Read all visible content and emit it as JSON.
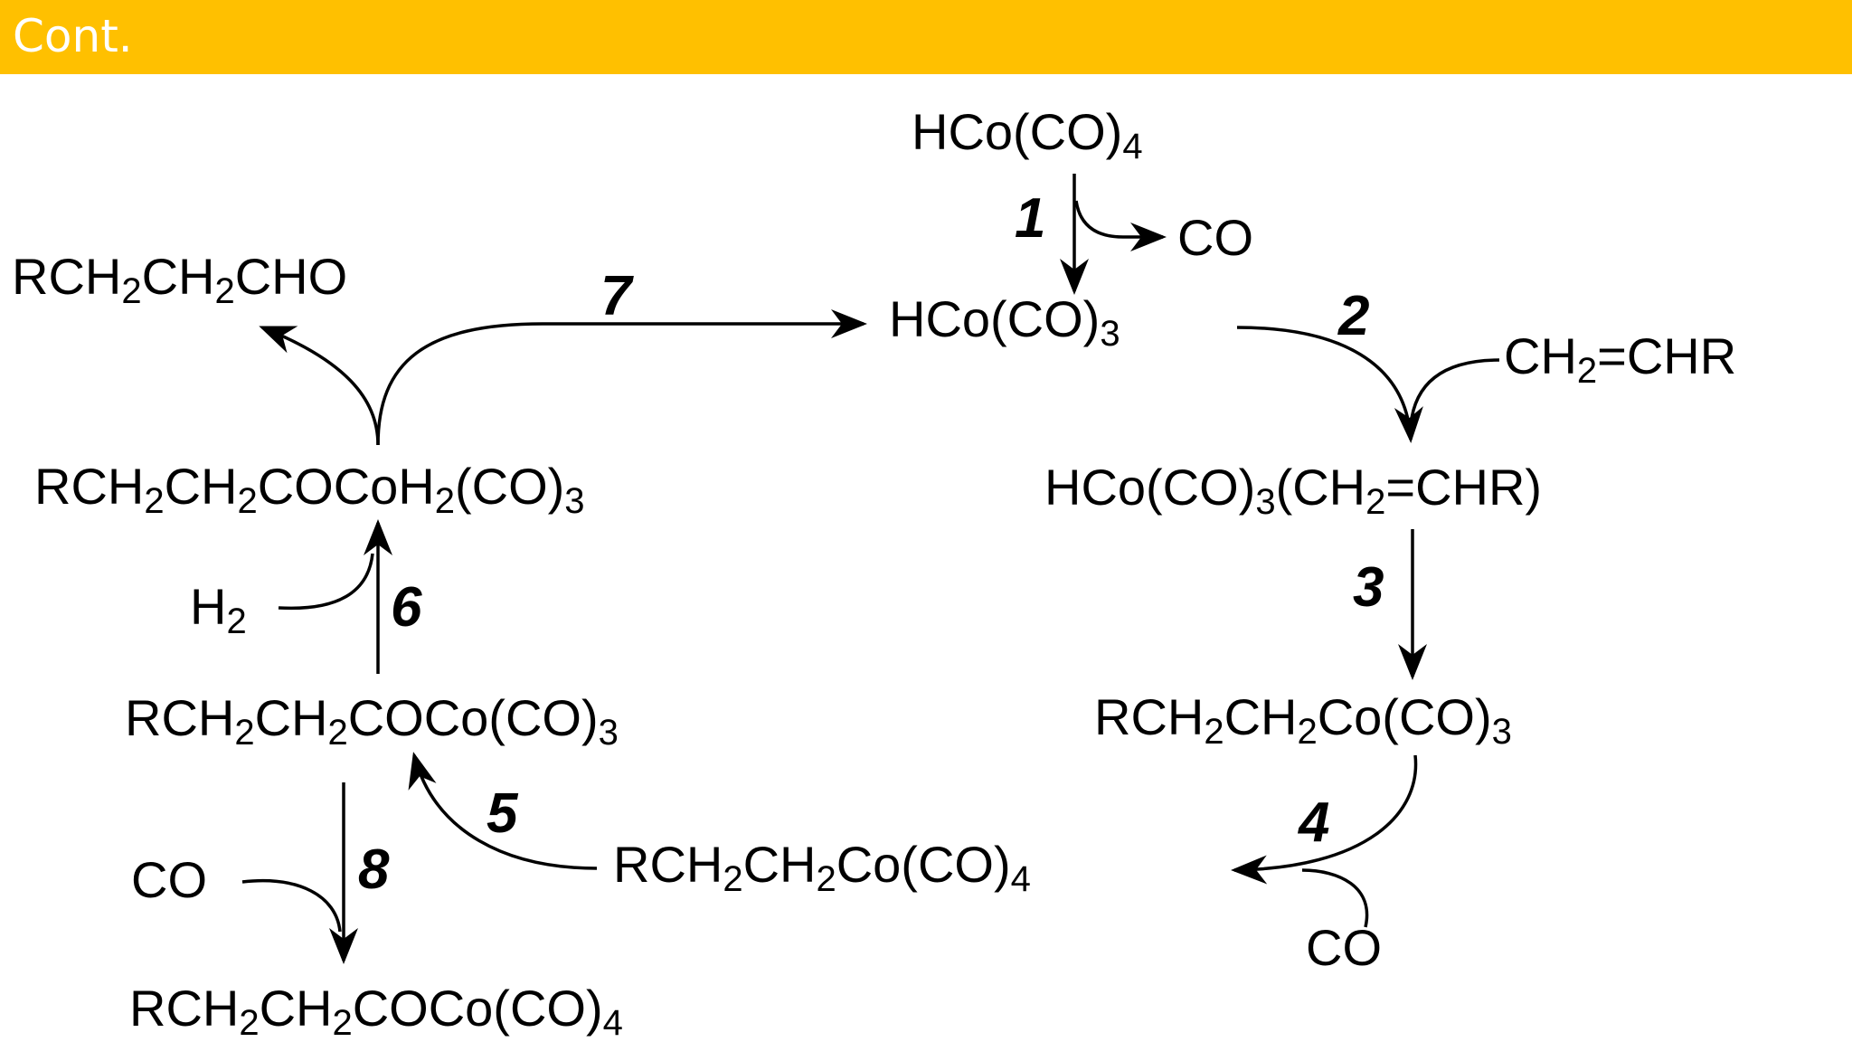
{
  "slide": {
    "title": "Cont."
  },
  "species": {
    "hco4": [
      "HCo(CO)",
      "4"
    ],
    "hco3": [
      "HCo(CO)",
      "3"
    ],
    "co_1": "CO",
    "alkene": [
      "CH",
      "2",
      "=CHR"
    ],
    "pi_complex": [
      "HCo(CO)",
      "3",
      "(CH",
      "2",
      "=CHR)"
    ],
    "alkyl_co3": [
      "RCH",
      "2",
      "CH",
      "2",
      "Co(CO)",
      "3"
    ],
    "alkyl_co4": [
      "RCH",
      "2",
      "CH",
      "2",
      "Co(CO)",
      "4"
    ],
    "co_4": "CO",
    "acyl_co3": [
      "RCH",
      "2",
      "CH",
      "2",
      "COCo(CO)",
      "3"
    ],
    "dihydride": [
      "RCH",
      "2",
      "CH",
      "2",
      "COCoH",
      "2",
      "(CO)",
      "3"
    ],
    "h2": [
      "H",
      "2"
    ],
    "aldehyde": [
      "RCH",
      "2",
      "CH",
      "2",
      "CHO"
    ],
    "co_8": "CO",
    "acyl_co4": [
      "RCH",
      "2",
      "CH",
      "2",
      "COCo(CO)",
      "4"
    ]
  },
  "steps": {
    "s1": "1",
    "s2": "2",
    "s3": "3",
    "s4": "4",
    "s5": "5",
    "s6": "6",
    "s7": "7",
    "s8": "8"
  },
  "colors": {
    "title_bar": "#FFC000",
    "title_text": "#FFFFFF",
    "ink": "#000000"
  }
}
